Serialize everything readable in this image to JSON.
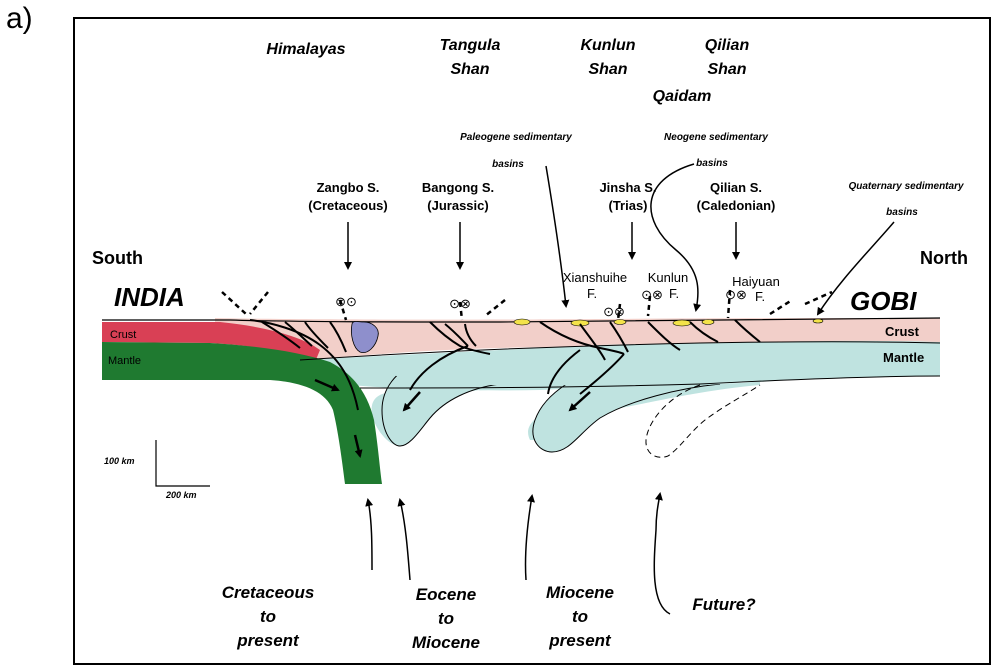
{
  "panel_label": "a)",
  "ranges": {
    "himalayas": "Himalayas",
    "tangula": [
      "Tangula",
      "Shan"
    ],
    "kunlun": [
      "Kunlun",
      "Shan"
    ],
    "qilian": [
      "Qilian",
      "Shan"
    ],
    "qaidam": "Qaidam"
  },
  "basins": {
    "paleogene": [
      "Paleogene sedimentary",
      "basins"
    ],
    "neogene": [
      "Neogene sedimentary",
      "basins"
    ],
    "quaternary": [
      "Quaternary sedimentary",
      "basins"
    ]
  },
  "sutures": {
    "zangbo": [
      "Zangbo S.",
      "(Cretaceous)"
    ],
    "bangong": [
      "Bangong S.",
      "(Jurassic)"
    ],
    "jinsha": [
      "Jinsha S.",
      "(Trias)"
    ],
    "qilian": [
      "Qilian S.",
      "(Caledonian)"
    ]
  },
  "faults": {
    "xianshuihe": [
      "Xianshuihe",
      "F."
    ],
    "kunlun": [
      "Kunlun",
      "F."
    ],
    "haiyuan": [
      "Haiyuan",
      "F."
    ]
  },
  "fault_symbols": {
    "dot_cross": "⊙⊗",
    "cross_dot": "⊗⊙",
    "dot_cross_f": "⊙⊗"
  },
  "directions": {
    "south": "South",
    "north": "North"
  },
  "plates": {
    "india": "INDIA",
    "gobi": "GOBI"
  },
  "layers": {
    "crust": "Crust",
    "mantle": "Mantle"
  },
  "scale": {
    "vertical": "100 km",
    "horizontal": "200 km"
  },
  "episodes": {
    "cretaceous": [
      "Cretaceous",
      "to",
      "present"
    ],
    "eocene": [
      "Eocene",
      "to",
      "Miocene"
    ],
    "miocene": [
      "Miocene",
      "to",
      "present"
    ],
    "future": [
      "Future?"
    ]
  },
  "colors": {
    "india_crust": "#d94055",
    "india_mantle": "#1f7a30",
    "asia_crust": "#f2cfc9",
    "asia_mantle": "#bfe3e0",
    "upper_crust": "#f4f4f4",
    "basin_fill": "#f3e34a",
    "suture_blob": "#8e8fcc"
  }
}
